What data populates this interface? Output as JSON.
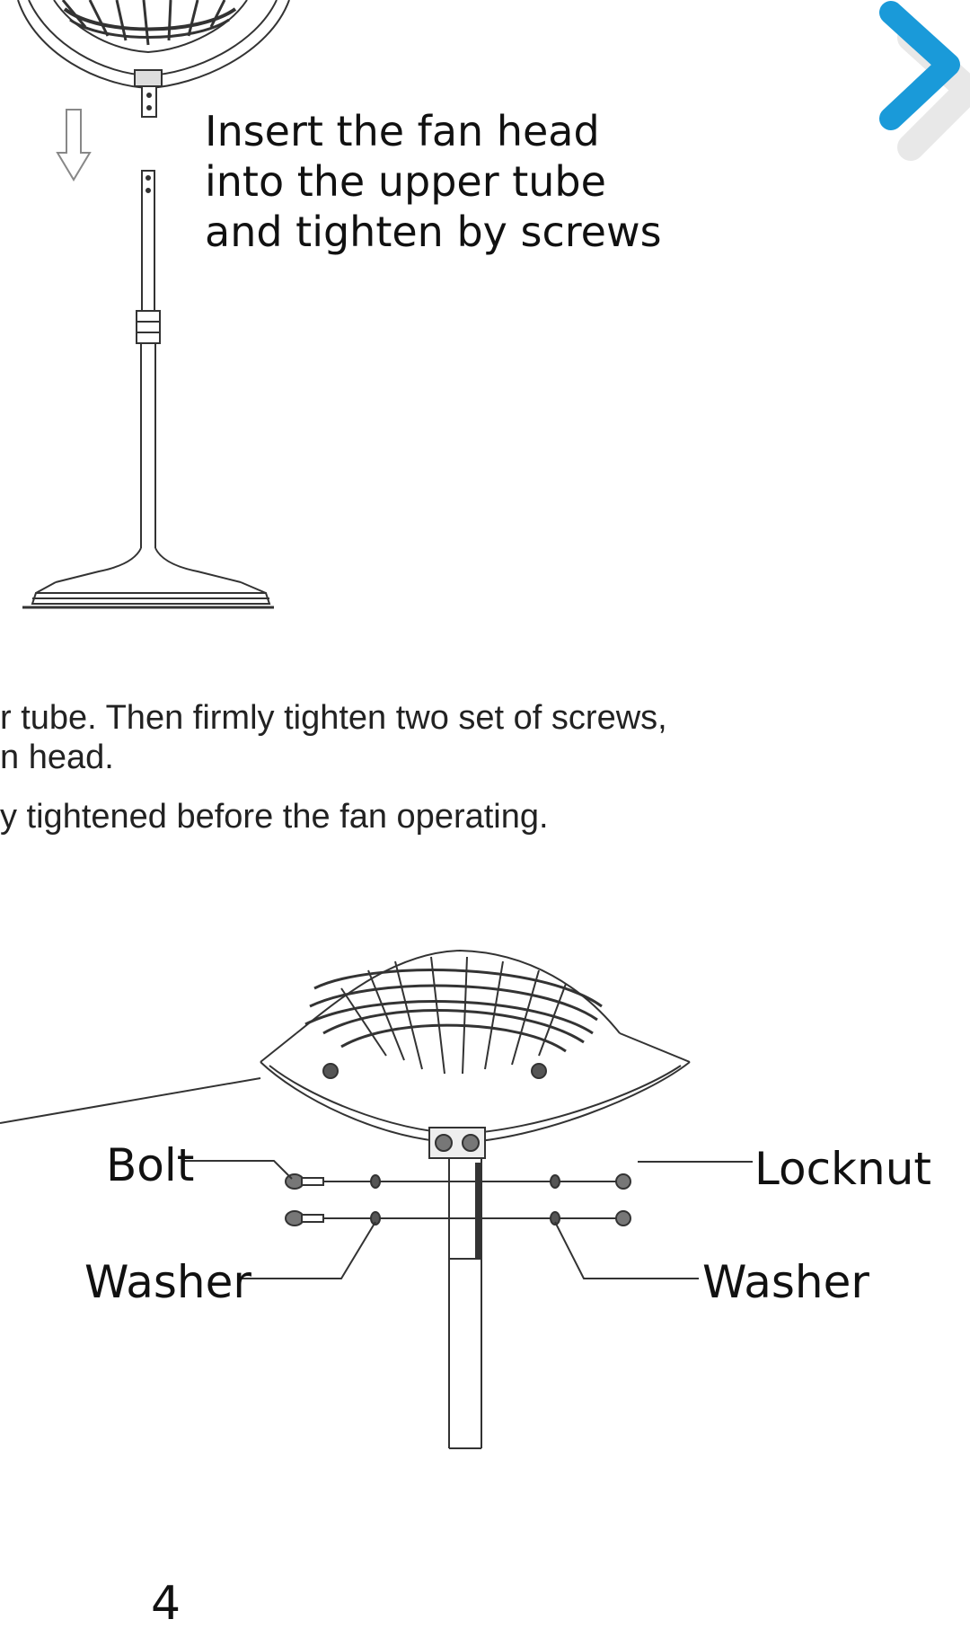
{
  "caption": {
    "line1": "Insert the fan head",
    "line2": "into the upper tube",
    "line3": "and tighten by screws"
  },
  "instructions": {
    "line1": "r tube. Then firmly tighten two set of screws,",
    "line2": "n head.",
    "line3": "y tightened before the fan operating."
  },
  "labels": {
    "bolt": "Bolt",
    "locknut": "Locknut",
    "washer_left": "Washer",
    "washer_right": "Washer"
  },
  "page_number": "4",
  "icons": {
    "next": "chevron-right-icon",
    "arrow": "arrow-down-icon"
  },
  "colors": {
    "accent": "#1a9ad9",
    "shadow": "#e8e8e8",
    "line": "#333333"
  }
}
